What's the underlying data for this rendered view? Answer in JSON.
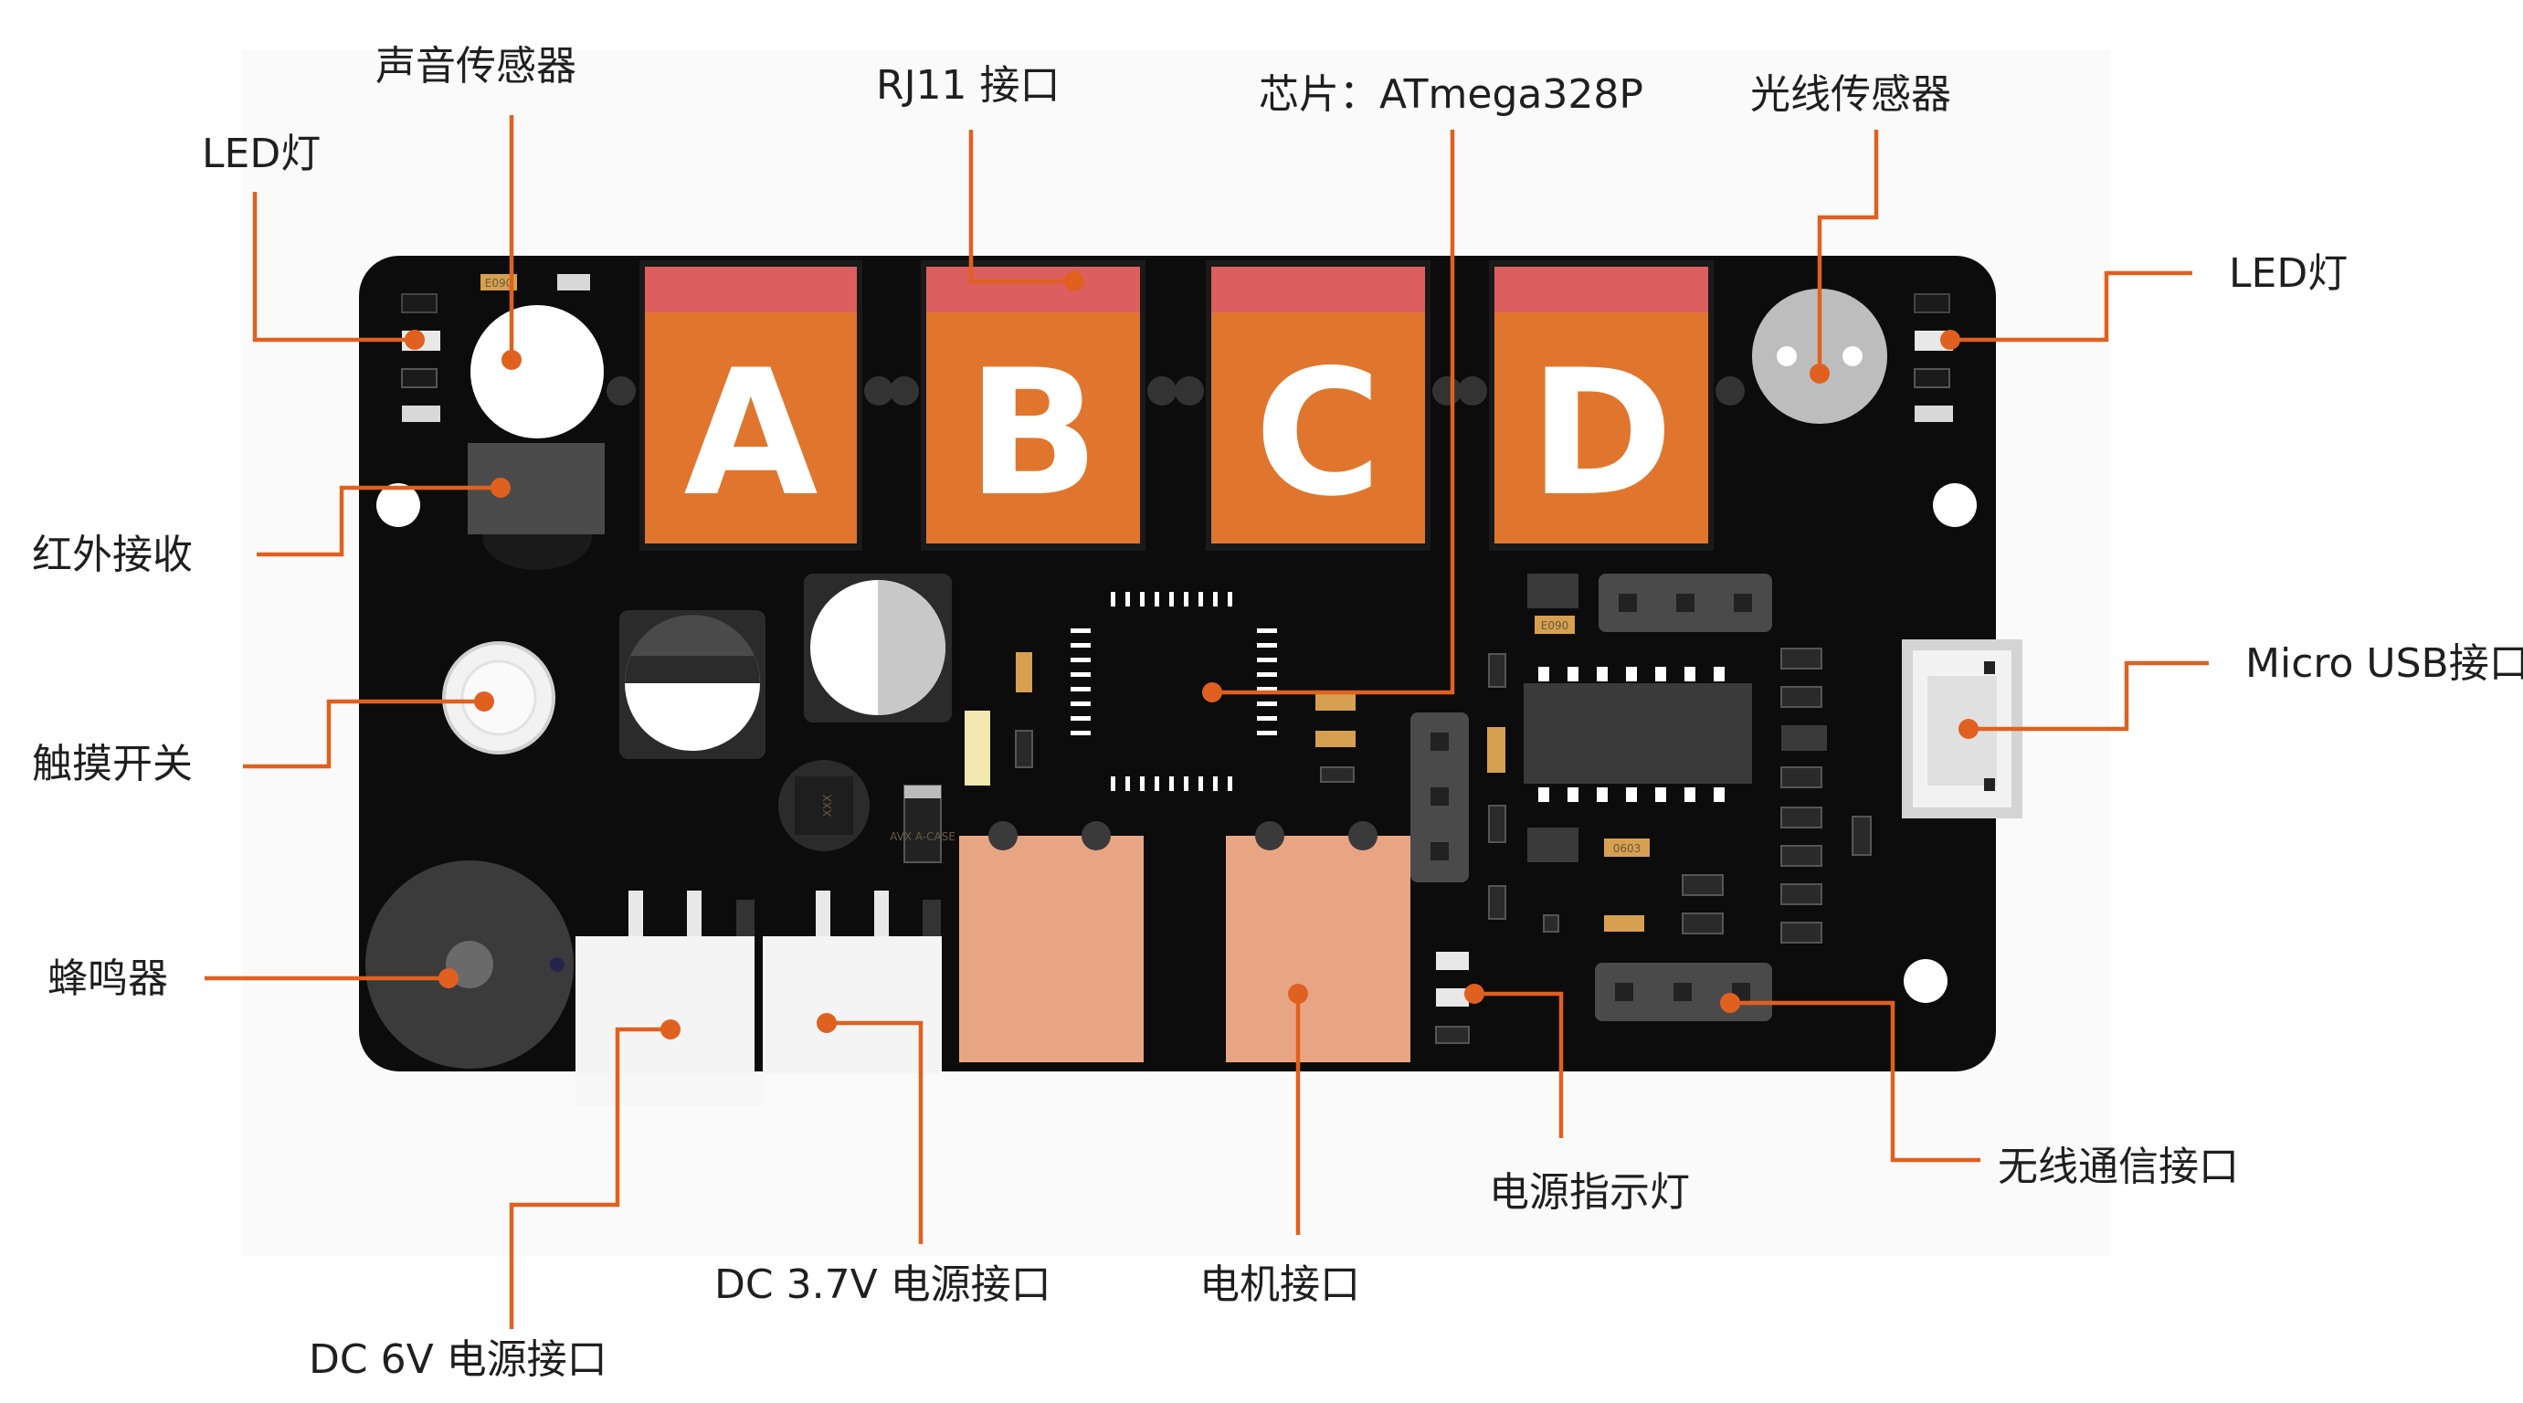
{
  "labels": {
    "led_left": "LED灯",
    "sound_sensor": "声音传感器",
    "rj11": "RJ11 接口",
    "chip": "芯片：ATmega328P",
    "light_sensor": "光线传感器",
    "led_right": "LED灯",
    "ir_receiver": "红外接收",
    "touch_switch": "触摸开关",
    "micro_usb": "Micro USB接口",
    "buzzer": "蜂鸣器",
    "power_led": "电源指示灯",
    "wireless": "无线通信接口",
    "dc_6v": "DC 6V 电源接口",
    "dc_37v": "DC 3.7V 电源接口",
    "motor": "电机接口"
  },
  "ports": [
    "A",
    "B",
    "C",
    "D"
  ],
  "board_text": {
    "inductor_mark": "XXX",
    "cap_mark": "AVX A-CASE",
    "res_0603": "0603",
    "res_e090": "E090"
  },
  "colors": {
    "board": "#0c0c0c",
    "port_orange": "#e0762e",
    "port_top": "#dd5e5e",
    "motor_pad": "#e8a584",
    "leader": "#e06020"
  }
}
